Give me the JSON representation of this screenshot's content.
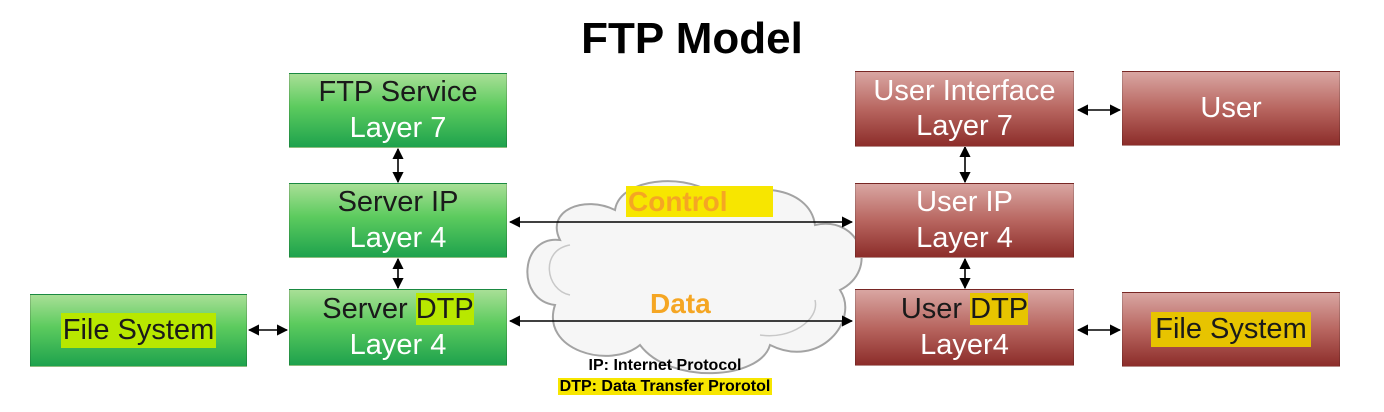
{
  "title": "FTP Model",
  "server": {
    "ftp_service": {
      "line1": "FTP Service",
      "line2": "Layer 7"
    },
    "server_ip": {
      "line1": "Server IP",
      "line2": "Layer 4"
    },
    "server_dtp": {
      "line1a": "Server ",
      "line1b": "DTP",
      "line2": "Layer 4"
    },
    "file_system": {
      "label": "File System"
    }
  },
  "client": {
    "user_interface": {
      "line1": "User Interface",
      "line2": "Layer 7"
    },
    "user": {
      "label": "User"
    },
    "user_ip": {
      "line1": "User IP",
      "line2": "Layer 4"
    },
    "user_dtp": {
      "line1a": "User ",
      "line1b": "DTP",
      "line2": "Layer4"
    },
    "file_system": {
      "label": "File System"
    }
  },
  "connections": {
    "control": "Control",
    "data": "Data"
  },
  "legend": {
    "ip": "IP: Internet Protocol",
    "dtp": "DTP: Data Transfer Prorotol"
  },
  "colors": {
    "server_box": "#2eab50",
    "user_box": "#a9524d",
    "connection_label": "#f5a623",
    "highlight": "#f7e600"
  }
}
